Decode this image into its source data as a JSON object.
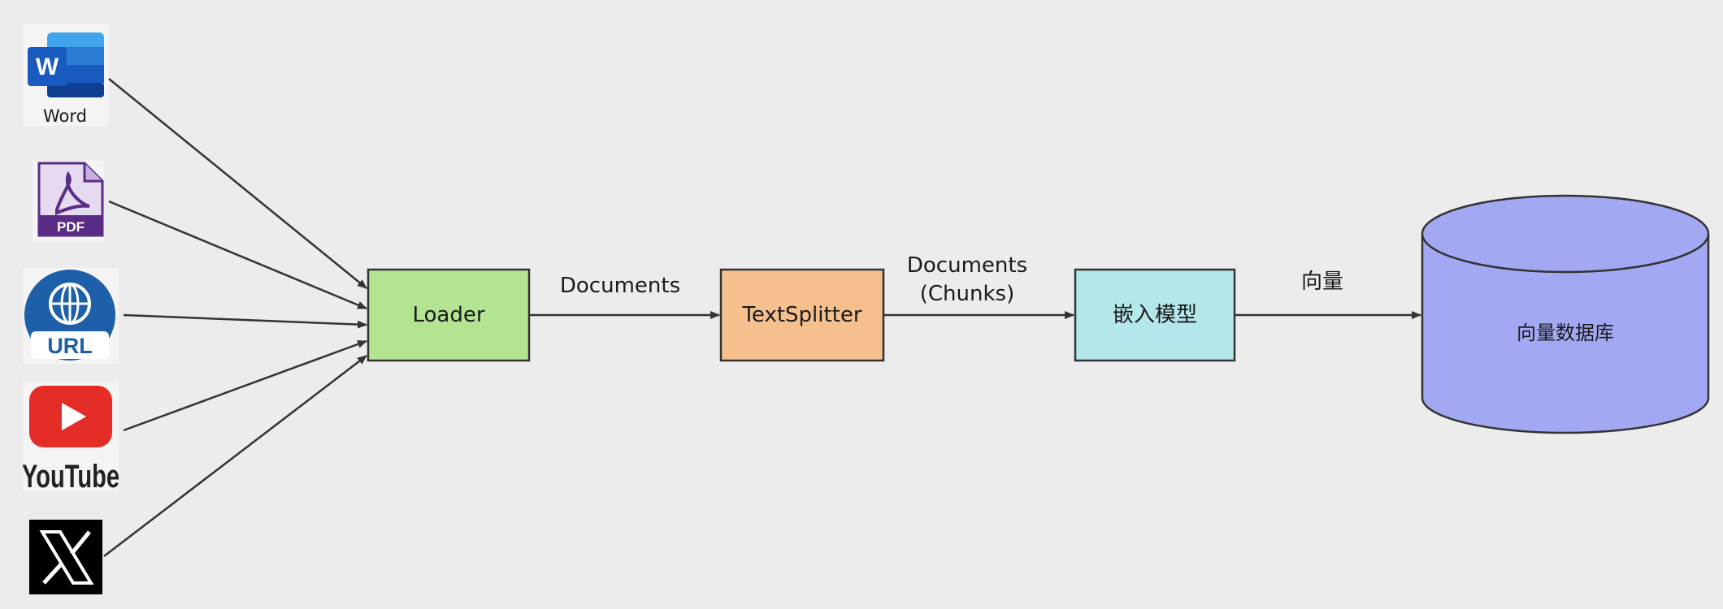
{
  "sources": [
    {
      "label": "Word",
      "icon": "word-icon",
      "color": "#185abd"
    },
    {
      "label": "PDF",
      "icon": "pdf-file-icon",
      "color": "#5b2c86"
    },
    {
      "label": "URL",
      "icon": "url-globe-icon",
      "color": "#1d5fa8"
    },
    {
      "label": "YouTube",
      "icon": "youtube-icon",
      "color": "#e52d27"
    },
    {
      "label": "",
      "icon": "x-logo-icon",
      "color": "#000000"
    }
  ],
  "nodes": {
    "loader": {
      "label": "Loader",
      "color": "#b4e392"
    },
    "splitter": {
      "label": "TextSplitter",
      "color": "#f5c08e"
    },
    "embedding": {
      "label": "嵌入模型",
      "color": "#b3e7ea"
    },
    "vector_db": {
      "label": "向量数据库",
      "color": "#a3a8f2"
    }
  },
  "edges": {
    "loader_to_splitter": "Documents",
    "splitter_to_embedding_line1": "Documents",
    "splitter_to_embedding_line2": "(Chunks)",
    "embedding_to_db": "向量"
  }
}
